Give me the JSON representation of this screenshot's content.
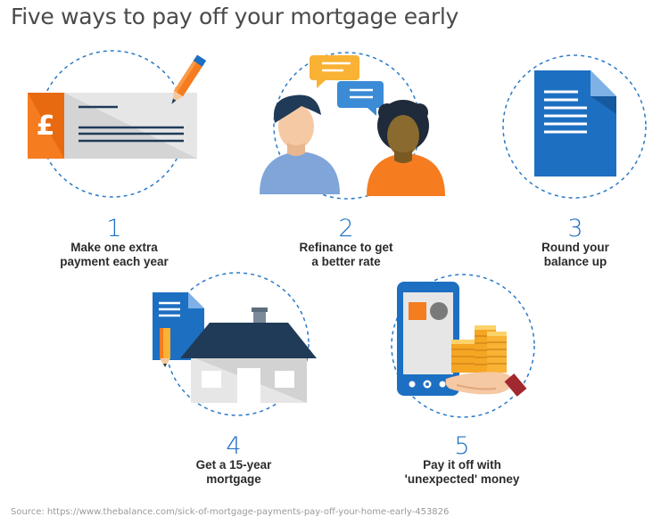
{
  "title": "Five ways to pay off your mortgage early",
  "steps": [
    {
      "number": "1",
      "line1": "Make one extra",
      "line2": "payment each year",
      "icon": "cheque-pen-icon"
    },
    {
      "number": "2",
      "line1": "Refinance to get",
      "line2": "a better rate",
      "icon": "people-conversation-icon"
    },
    {
      "number": "3",
      "line1": "Round your",
      "line2": "balance up",
      "icon": "document-icon"
    },
    {
      "number": "4",
      "line1": "Get a 15-year",
      "line2": "mortgage",
      "icon": "house-contract-icon"
    },
    {
      "number": "5",
      "line1": "Pay it off with",
      "line2": "'unexpected' money",
      "icon": "phone-coins-hand-icon"
    }
  ],
  "cheque_symbol": "£",
  "source": "Source: https://www.thebalance.com/sick-of-mortgage-payments-pay-off-your-home-early-453826",
  "colors": {
    "blue": "#1d6fc2",
    "orange": "#f57c1f",
    "dark_navy": "#1f3b57",
    "circle_dash": "#2a7ac7",
    "gray": "#d9d9d9"
  }
}
